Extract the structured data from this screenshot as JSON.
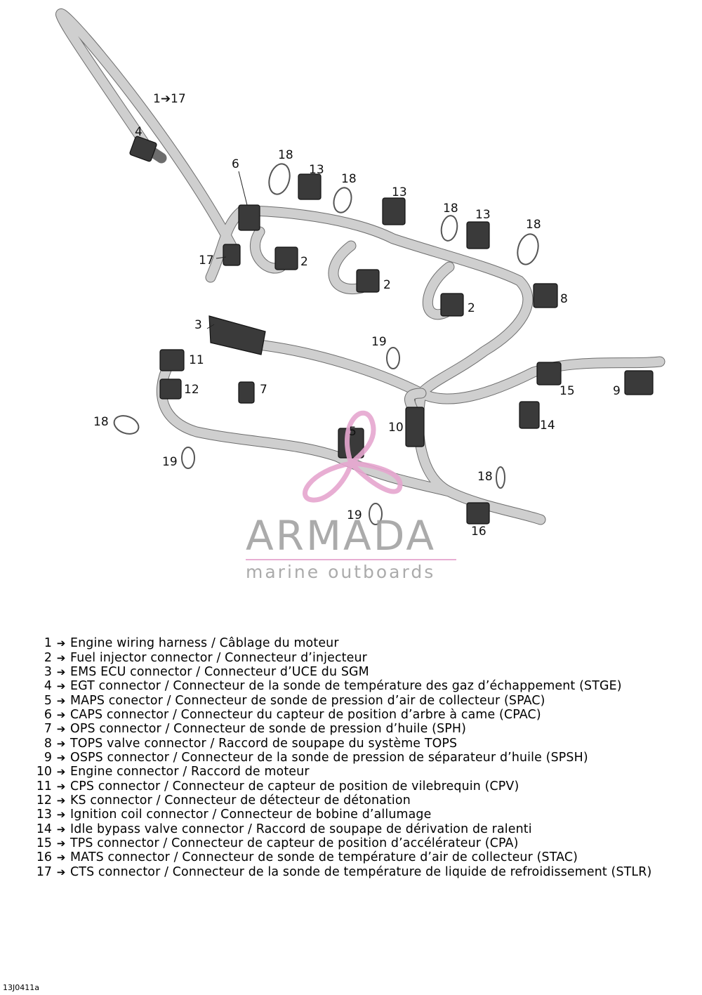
{
  "diagram": {
    "callouts": {
      "c_1_17": "1➔17",
      "c4": "4",
      "c6": "6",
      "c17": "17",
      "c3": "3",
      "c2": "2",
      "c13": "13",
      "c18": "18",
      "c8": "8",
      "c19": "19",
      "c11": "11",
      "c12": "12",
      "c7": "7",
      "c5": "5",
      "c10": "10",
      "c15": "15",
      "c9": "9",
      "c14": "14",
      "c16": "16"
    },
    "watermark": {
      "brand": "ARMADA",
      "tagline": "marine outboards",
      "color": "#e6a6cf"
    }
  },
  "legend": [
    {
      "num": "1",
      "text": "Engine wiring harness / Câblage du moteur"
    },
    {
      "num": "2",
      "text": "Fuel injector connector / Connecteur d’injecteur"
    },
    {
      "num": "3",
      "text": "EMS ECU connector / Connecteur d’UCE du SGM"
    },
    {
      "num": "4",
      "text": "EGT connector / Connecteur de la sonde de température des gaz d’échappement (STGE)"
    },
    {
      "num": "5",
      "text": "MAPS conector / Connecteur de sonde de pression d’air de collecteur (SPAC)"
    },
    {
      "num": "6",
      "text": "CAPS connector / Connecteur du capteur de position d’arbre à came (CPAC)"
    },
    {
      "num": "7",
      "text": "OPS connector / Connecteur de sonde de pression d’huile (SPH)"
    },
    {
      "num": "8",
      "text": "TOPS valve connector / Raccord de soupape du système TOPS"
    },
    {
      "num": "9",
      "text": "OSPS connector / Connecteur de la sonde de pression de séparateur d’huile (SPSH)"
    },
    {
      "num": "10",
      "text": "Engine connector / Raccord de moteur"
    },
    {
      "num": "11",
      "text": "CPS connector / Connecteur de capteur de position de vilebrequin (CPV)"
    },
    {
      "num": "12",
      "text": "KS connector / Connecteur de détecteur de détonation"
    },
    {
      "num": "13",
      "text": "Ignition coil connector / Connecteur de bobine d’allumage"
    },
    {
      "num": "14",
      "text": "Idle bypass valve connector / Raccord de soupape de dérivation de ralenti"
    },
    {
      "num": "15",
      "text": "TPS connector / Connecteur de capteur de position d’accélérateur (CPA)"
    },
    {
      "num": "16",
      "text": "MATS connector / Connecteur de sonde de température d’air de collecteur (STAC)"
    },
    {
      "num": "17",
      "text": "CTS connector / Connecteur de la sonde de température de liquide de refroidissement (STLR)"
    }
  ],
  "arrow_glyph": "➔",
  "figure_code": "13J0411a"
}
